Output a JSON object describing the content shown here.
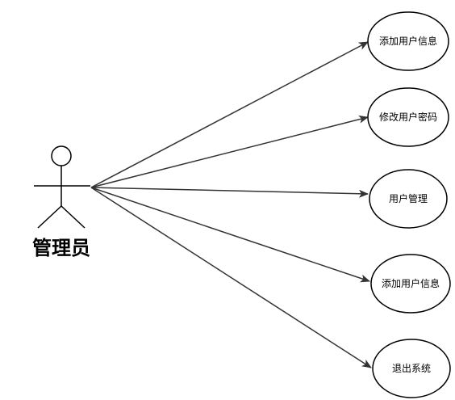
{
  "actor": {
    "label": "管理员"
  },
  "use_cases": [
    {
      "label": "添加用户信息"
    },
    {
      "label": "修改用户密码"
    },
    {
      "label": "用户管理"
    },
    {
      "label": "添加用户信息"
    },
    {
      "label": "退出系统"
    }
  ],
  "colors": {
    "stroke": "#000000",
    "fill": "#ffffff",
    "line": "#333333"
  }
}
